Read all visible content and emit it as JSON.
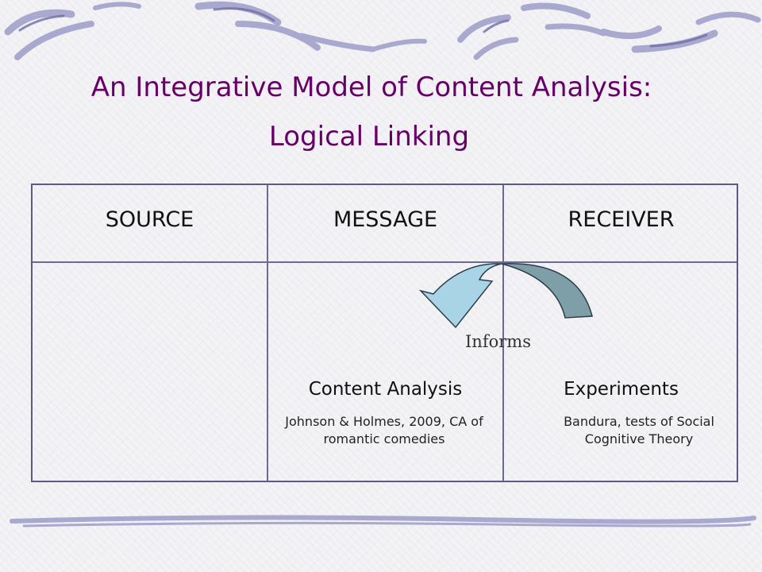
{
  "title": {
    "line1": "An Integrative Model of Content Analysis:",
    "line2": "Logical Linking"
  },
  "table": {
    "headers": [
      "SOURCE",
      "MESSAGE",
      "RECEIVER"
    ],
    "message": {
      "method": "Content Analysis",
      "example": "Johnson & Holmes, 2009, CA of romantic comedies"
    },
    "receiver": {
      "method": "Experiments",
      "example": "Bandura, tests of Social Cognitive Theory"
    }
  },
  "arrow": {
    "label": "Informs",
    "colors": {
      "head": "#a8d4e6",
      "tail": "#7f9fa8"
    }
  },
  "colors": {
    "title": "#660066",
    "border": "#5a5a85",
    "decor": "#a9a9cf"
  }
}
